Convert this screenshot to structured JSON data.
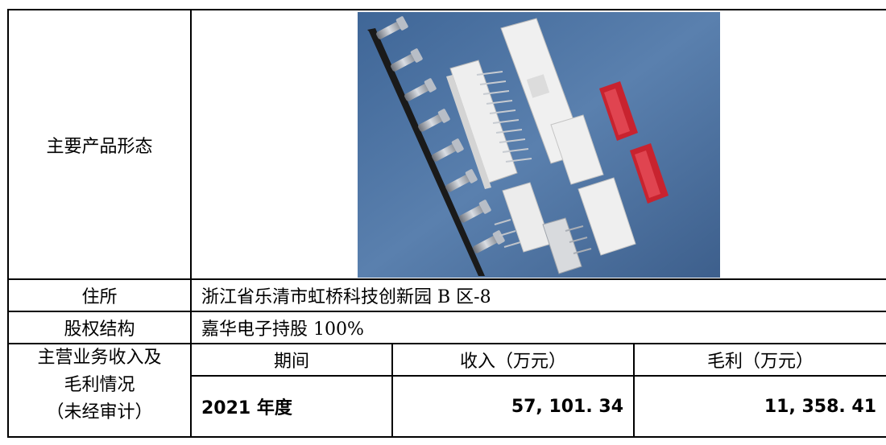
{
  "rows": {
    "product": {
      "label": "主要产品形态"
    },
    "address": {
      "label": "住所",
      "value": "浙江省乐清市虹桥科技创新园 B 区-8"
    },
    "equity": {
      "label": "股权结构",
      "value": "嘉华电子持股 100%"
    },
    "business": {
      "label_line1": "主营业务收入及",
      "label_line2": "毛利情况",
      "label_line3": "（未经审计）",
      "col_period": "期间",
      "col_revenue": "收入（万元）",
      "col_profit": "毛利（万元）",
      "period": "2021 年度",
      "revenue": "57, 101. 34",
      "profit": "11, 358. 41"
    }
  },
  "colors": {
    "photo_background": "#4f76a6",
    "connector_red": "#c8232f",
    "connector_white": "#ececec"
  },
  "photo_subject": "connector-product-photo"
}
